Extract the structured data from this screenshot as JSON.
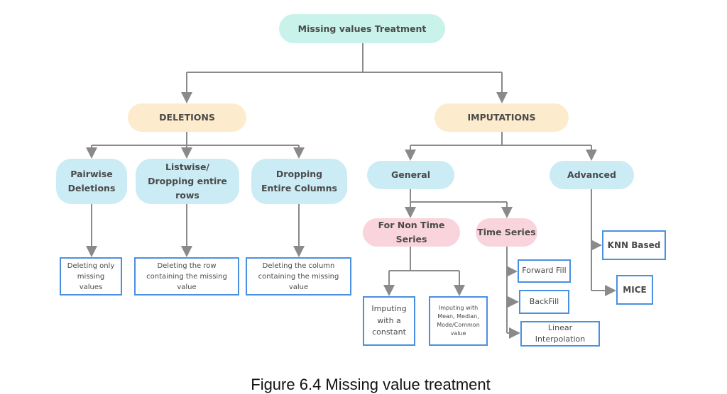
{
  "root": "Missing values Treatment",
  "deletions": {
    "label": "DELETIONS",
    "children": [
      {
        "label": "Pairwise Deletions",
        "leaf": "Deleting only missing values"
      },
      {
        "label": "Listwise/ Dropping entire rows",
        "leaf": "Deleting the row containing the missing value"
      },
      {
        "label": "Dropping Entire Columns",
        "leaf": "Deleting the column containing the missing value"
      }
    ]
  },
  "imputations": {
    "label": "IMPUTATIONS",
    "general": {
      "label": "General",
      "non_time_series": {
        "label": "For Non Time Series",
        "leaves": [
          "Imputing with a constant",
          "Imputing with Mean, Median, Mode/Common value"
        ]
      },
      "time_series": {
        "label": "Time Series",
        "leaves": [
          "Forward Fill",
          "BackFill",
          "Linear Interpolation"
        ]
      }
    },
    "advanced": {
      "label": "Advanced",
      "leaves": [
        "KNN Based",
        "MICE"
      ]
    }
  },
  "caption": "Figure 6.4 Missing value treatment",
  "colors": {
    "root": "#c9f3ea",
    "category": "#fdebcd",
    "subcategory": "#cbecf5",
    "time_group": "#f9d4dd",
    "leaf_border": "#4a90e2",
    "connector": "#8a8a8a"
  }
}
